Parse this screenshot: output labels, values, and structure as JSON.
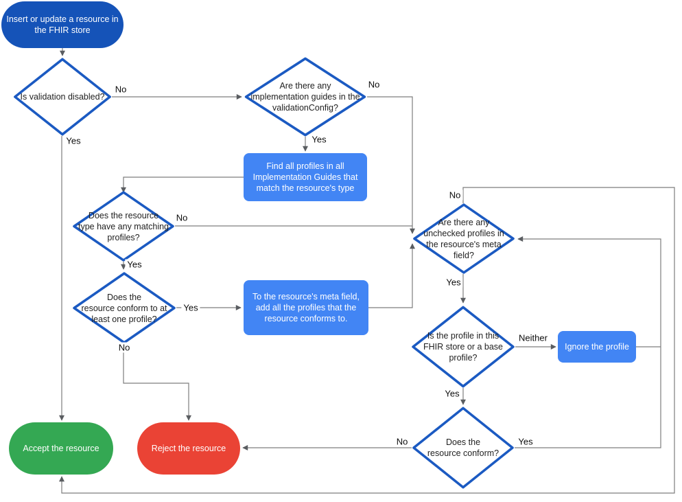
{
  "diagram": {
    "type": "flowchart",
    "nodes": {
      "start": {
        "label": "Insert or update a resource in\nthe FHIR store",
        "shape": "terminal"
      },
      "is_validation_disabled": {
        "label": "Is validation disabled?",
        "shape": "decision"
      },
      "implementation_guides": {
        "label": "Are there any\nimplementation guides in the\nvalidationConfig?",
        "shape": "decision"
      },
      "find_profiles": {
        "label": "Find all profiles in all\nImplementation Guides that\nmatch the resource's type",
        "shape": "process"
      },
      "matching_profiles": {
        "label": "Does the resource\ntype have any matching\nprofiles?",
        "shape": "decision"
      },
      "conforms_to_one": {
        "label": "Does the\nresource conform to at\nleast one profile?",
        "shape": "decision"
      },
      "add_profiles_to_meta": {
        "label": "To the resource's meta field,\nadd all the profiles that the\nresource conforms to.",
        "shape": "process"
      },
      "unchecked_profiles": {
        "label": "Are there any\nunchecked profiles in\nthe resource's meta\nfield?",
        "shape": "decision"
      },
      "profile_in_store": {
        "label": "Is the profile in this\nFHIR store or a base\nprofile?",
        "shape": "decision"
      },
      "ignore_profile": {
        "label": "Ignore the profile",
        "shape": "process"
      },
      "does_resource_conform": {
        "label": "Does the\nresource conform?",
        "shape": "decision"
      },
      "accept": {
        "label": "Accept the resource",
        "shape": "terminal"
      },
      "reject": {
        "label": "Reject the resource",
        "shape": "terminal"
      }
    },
    "edge_labels": [
      {
        "text": "No"
      },
      {
        "text": "Yes"
      },
      {
        "text": "No"
      },
      {
        "text": "Yes"
      },
      {
        "text": "No"
      },
      {
        "text": "Yes"
      },
      {
        "text": "Yes"
      },
      {
        "text": "No"
      },
      {
        "text": "No"
      },
      {
        "text": "Yes"
      },
      {
        "text": "Neither"
      },
      {
        "text": "Yes"
      },
      {
        "text": "Yes"
      },
      {
        "text": "No"
      }
    ],
    "colors": {
      "start_fill": "#1553B8",
      "decision_stroke": "#1B5AC2",
      "process_fill": "#4285F4",
      "accept_fill": "#34A853",
      "reject_fill": "#EA4335",
      "connector": "#7d7d7d",
      "arrowhead": "#5a5d61",
      "decision_text": "#212121",
      "node_text_light": "#ffffff",
      "edge_label_text": "#0c0c0c"
    }
  }
}
